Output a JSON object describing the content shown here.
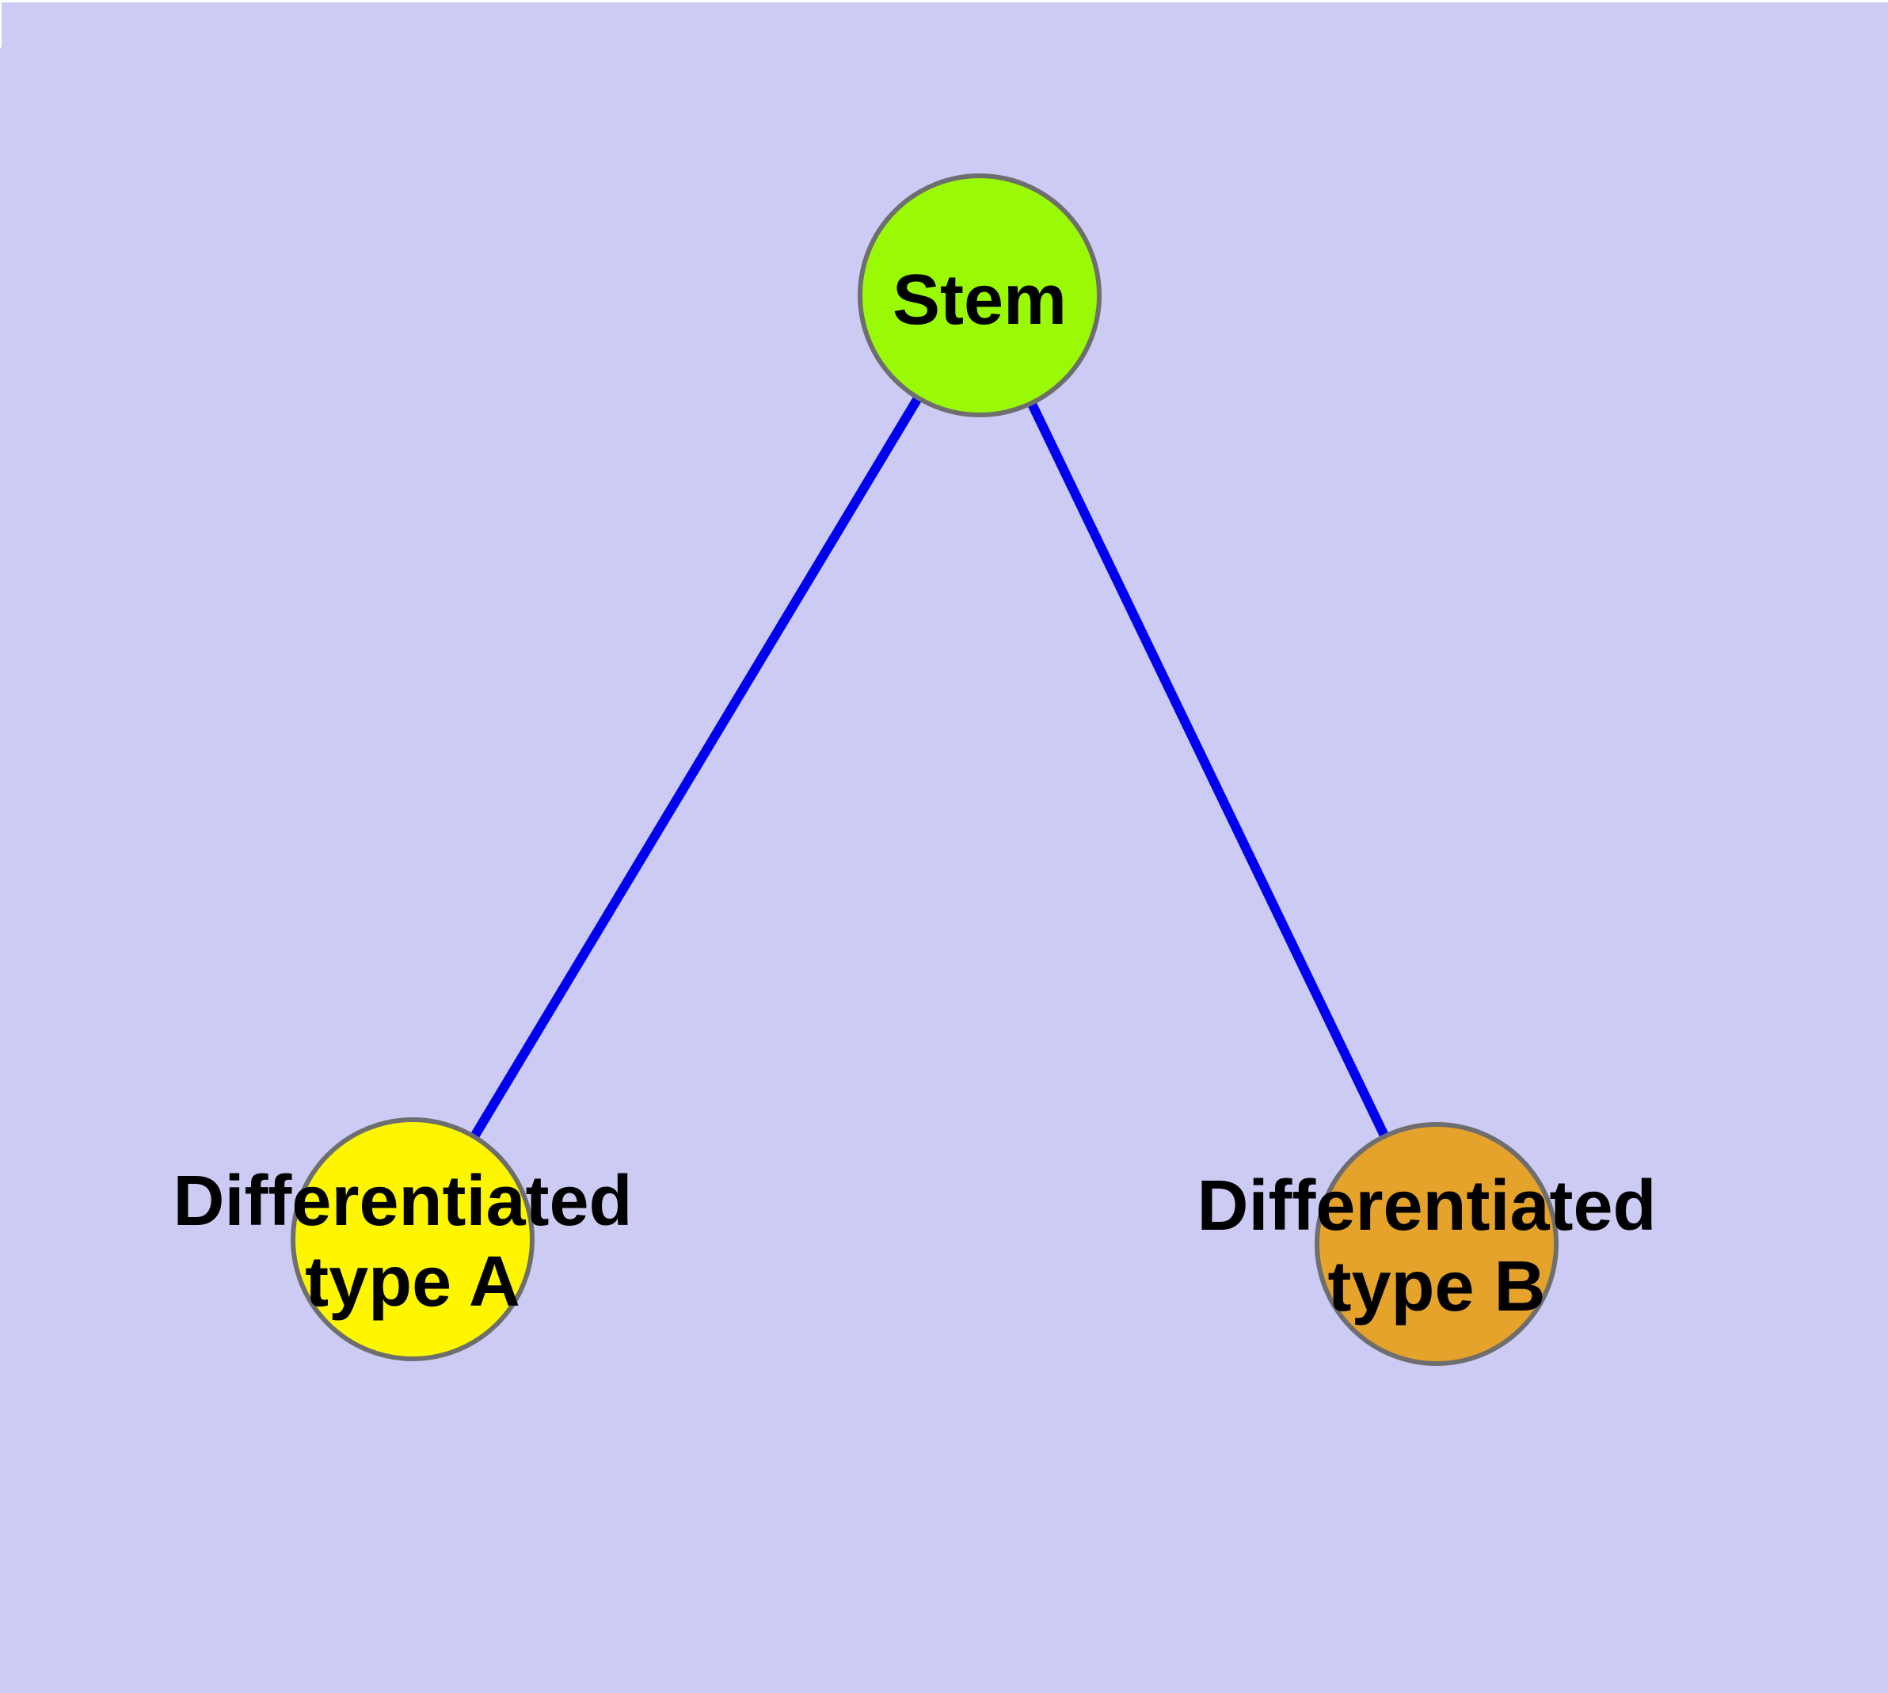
{
  "diagram": {
    "type": "node-link-graph",
    "background_color": "#CBCBF4",
    "page_border_color": "#FFFFFF",
    "node_border_color": "#6E6E6E",
    "edge_color": "#0000EE",
    "text_color": "#000000",
    "nodes": {
      "stem": {
        "label_lines": [
          "Stem"
        ],
        "fill_color": "#9AFA05"
      },
      "type_a": {
        "label_lines": [
          "Differentiated",
          "type A"
        ],
        "fill_color": "#FDF600"
      },
      "type_b": {
        "label_lines": [
          "Differentiated",
          "type B"
        ],
        "fill_color": "#E5A32B"
      }
    },
    "edges": [
      {
        "from": "Stem",
        "to": "Differentiated type A"
      },
      {
        "from": "Stem",
        "to": "Differentiated type B"
      }
    ]
  }
}
